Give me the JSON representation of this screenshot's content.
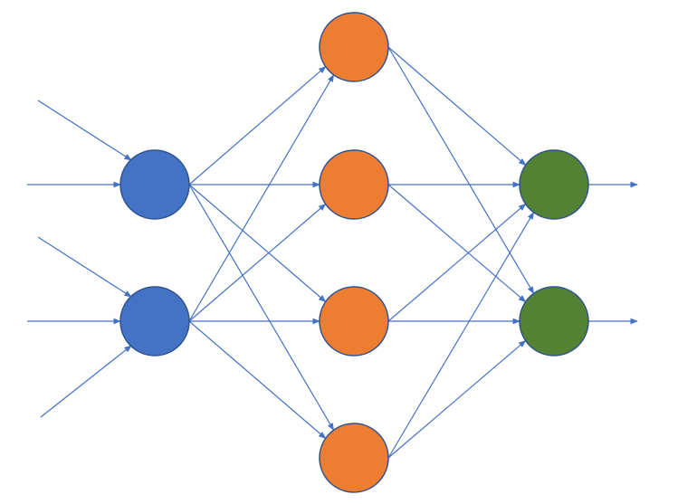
{
  "colors": {
    "input_node": "#4472C4",
    "hidden_node": "#ED7D31",
    "output_node": "#548235",
    "node_outline": "#2F528F",
    "edge": "#4472C4"
  },
  "layers": [
    {
      "name": "input",
      "node_count": 2
    },
    {
      "name": "hidden",
      "node_count": 4
    },
    {
      "name": "output",
      "node_count": 2
    }
  ],
  "connections": "fully-connected",
  "external_inputs_per_input_node": [
    2,
    3
  ],
  "external_outputs_per_output_node": [
    1,
    1
  ]
}
